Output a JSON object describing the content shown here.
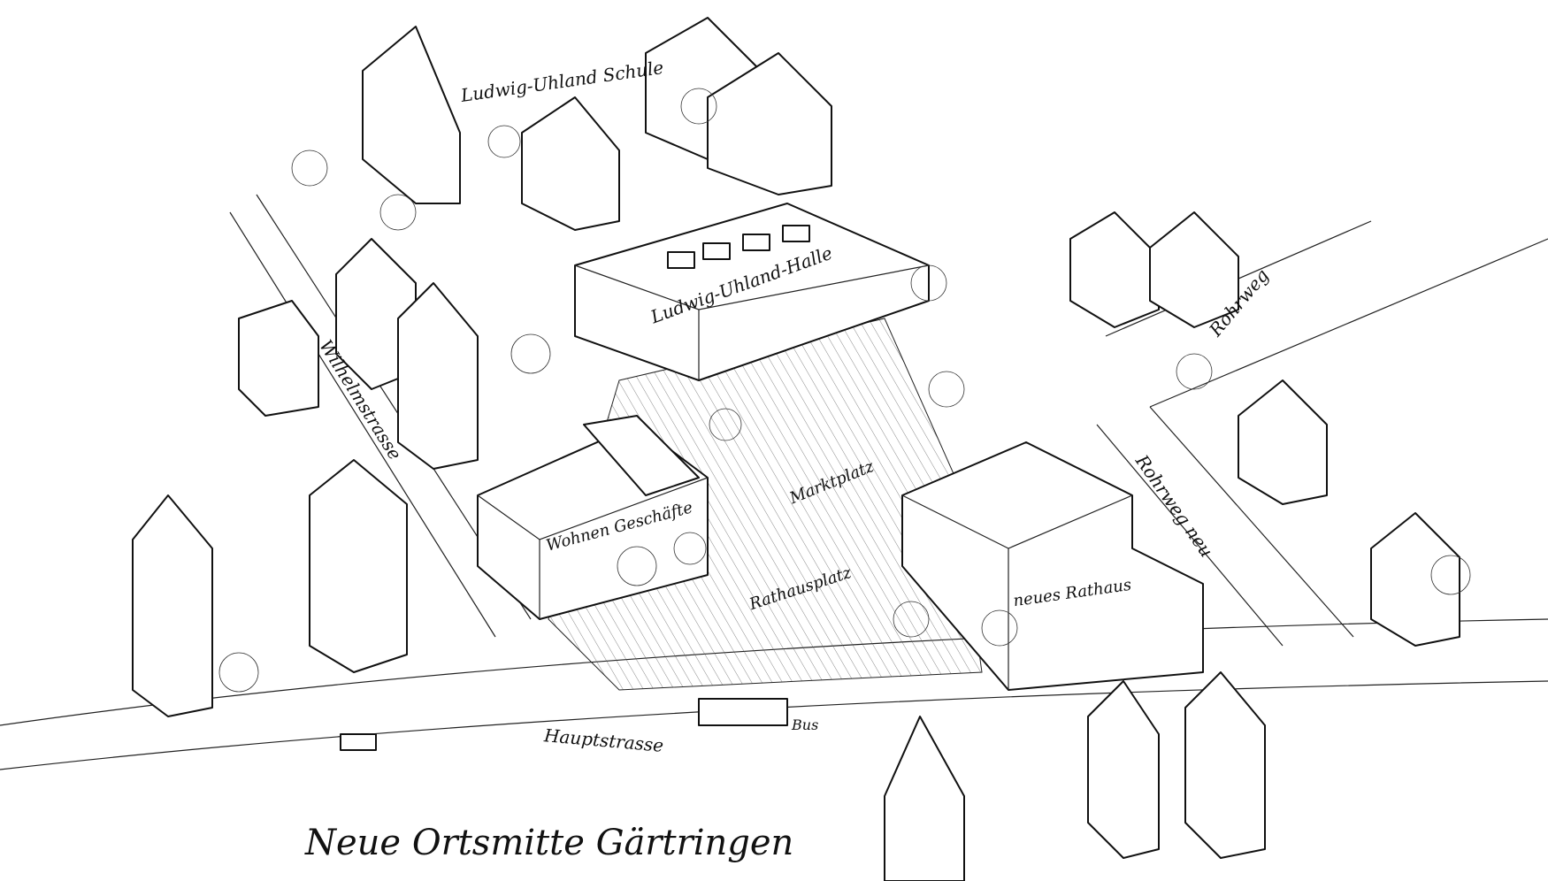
{
  "title": "Neue Ortsmitte Gärtringen",
  "labels": {
    "school": "Ludwig-Uhland Schule",
    "hall": "Ludwig-Uhland-Halle",
    "wilhelmstrasse": "Wilhelmstrasse",
    "rohrweg": "Rohrweg",
    "rohrweg_neu": "Rohrweg neu",
    "wohnen": "Wohnen Geschäfte",
    "marktplatz": "Marktplatz",
    "rathausplatz": "Rathausplatz",
    "rathaus": "neues Rathaus",
    "hauptstrasse": "Hauptstrasse",
    "bus": "Bus"
  }
}
